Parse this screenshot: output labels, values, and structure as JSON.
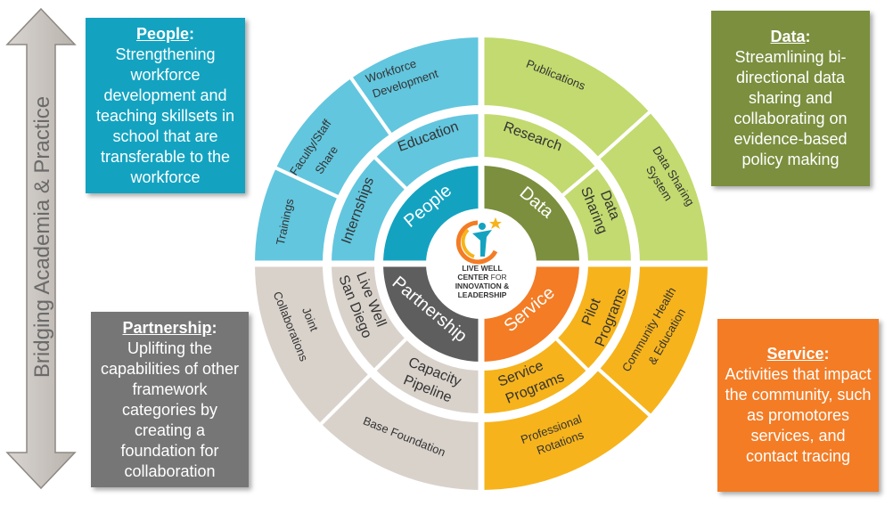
{
  "side_arrow": {
    "label": "Bridging Academia & Practice"
  },
  "boxes": {
    "people": {
      "title": "People",
      "colon": ":",
      "text": "Strengthening workforce development and teaching skillsets in school that are transferable to the workforce"
    },
    "data": {
      "title": "Data",
      "colon": ":",
      "text": "Streamlining bi-directional data sharing and collaborating on evidence-based policy making"
    },
    "partnership": {
      "title": "Partnership",
      "colon": ":",
      "text": "Uplifting the capabilities of other framework categories by creating a foundation for collaboration"
    },
    "service": {
      "title": "Service",
      "colon": ":",
      "text": "Activities that impact the community, such as promotores services, and contact tracing"
    }
  },
  "center_logo": {
    "line1": "LIVE WELL",
    "line2a": "CENTER",
    "line2b": " FOR",
    "line3": "INNOVATION &",
    "line4": "LEADERSHIP"
  },
  "wheel": {
    "core": {
      "people": "People",
      "data": "Data",
      "partnership": "Partnership",
      "service": "Service"
    },
    "middle": {
      "internships": "Internships",
      "education": "Education",
      "research": "Research",
      "data_sharing_1": "Data",
      "data_sharing_2": "Sharing",
      "live_well_1": "Live Well",
      "live_well_2": "San Diego",
      "capacity_1": "Capacity",
      "capacity_2": "Pipeline",
      "service_programs_1": "Service",
      "service_programs_2": "Programs",
      "pilot_1": "Pilot",
      "pilot_2": "Programs"
    },
    "outer": {
      "trainings": "Trainings",
      "faculty_1": "Faculty/Staff",
      "faculty_2": "Share",
      "workforce_1": "Workforce",
      "workforce_2": "Development",
      "publications": "Publications",
      "data_system_1": "Data Sharing",
      "data_system_2": "System",
      "joint_1": "Joint",
      "joint_2": "Collaborations",
      "base": "Base Foundation",
      "professional_1": "Professional",
      "professional_2": "Rotations",
      "community_1": "Community Health",
      "community_2": "& Education"
    }
  },
  "colors": {
    "people_outer": "#62c6de",
    "people_core": "#13a3c1",
    "data_outer": "#c2da6f",
    "data_core": "#7b8f3e",
    "partner_outer": "#d9d2cb",
    "partner_core": "#5e5e5e",
    "service_outer": "#f6b31b",
    "service_core": "#f37c25"
  }
}
